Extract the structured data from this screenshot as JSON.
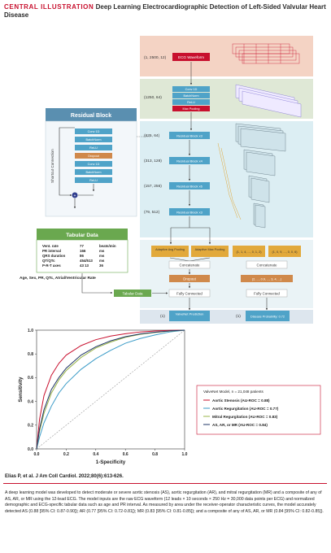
{
  "header": {
    "prefix": "CENTRAL ILLUSTRATION",
    "title": "Deep Learning Electrocardiographic Detection of Left-Sided Valvular Heart Disease"
  },
  "network": {
    "input_dim": "(1, 2500, 12)",
    "input_label": "ECG Waveform",
    "conv_block": {
      "dim": "(1250, 64)",
      "layers": [
        "Conv 1D",
        "BatchNorm",
        "ReLU",
        "Max Pooling"
      ]
    },
    "res_blocks": [
      {
        "dim": "(625, 64)",
        "label": "Residual Block x3"
      },
      {
        "dim": "(313, 128)",
        "label": "Residual Block x4"
      },
      {
        "dim": "(157, 256)",
        "label": "Residual Block x6"
      },
      {
        "dim": "(79, 512)",
        "label": "Residual Block x3"
      }
    ],
    "pooling": [
      "Adaptive Avg Pooling",
      "Adaptive Max Pooling"
    ],
    "concatenate": "Concatenate",
    "dropout": "Dropout",
    "tabular_label": "Tabular Data",
    "fully_connected": "Fully Connected",
    "output_dim": "(1)",
    "output_label": "ValveNet Prediction",
    "side": {
      "pool_left": "(1, 1, 4, ..., 0, 1, 2)",
      "pool_right": "(1, 0, 9, ..., 0, 0, 6)",
      "concatenate": "Concatenate",
      "dropout_values": "(2, ..., 0.9, ..., 3, 4, ...)",
      "fully_connected": "Fully Connected",
      "output_dim": "(1)",
      "output_label": "Disease Probability: 0.72"
    }
  },
  "residual_block": {
    "title": "Residual Block",
    "shortcut": "Shortcut Connection",
    "layers": [
      "Conv 1D",
      "BatchNorm",
      "ReLU",
      "Dropout",
      "Conv 1D",
      "BatchNorm",
      "ReLU"
    ]
  },
  "tabular": {
    "title": "Tabular Data",
    "rows": [
      {
        "name": "Vent. rate",
        "value": "77",
        "unit": "beats/min"
      },
      {
        "name": "PR interval",
        "value": "166",
        "unit": "ms"
      },
      {
        "name": "QRS duration",
        "value": "86",
        "unit": "ms"
      },
      {
        "name": "QT/QTc",
        "value": "454/513",
        "unit": "ms"
      },
      {
        "name": "P-R-T axes",
        "value": "43 13",
        "unit": "36"
      }
    ],
    "note": "Age, Sex, PR, QTc, Atrial/Ventricular Rate"
  },
  "colors": {
    "red": "#c8102e",
    "blue_layer": "#4fa3c8",
    "orange_layer": "#d0894b",
    "tabular_green": "#6aa84f",
    "input_panel": "#f4d3c4",
    "conv_panel": "#dfe8d6",
    "res_panel": "#dceef3"
  },
  "chart_data": {
    "type": "line",
    "title": "",
    "xlabel": "1-Specificity",
    "ylabel": "Sensitivity",
    "xlim": [
      0,
      1
    ],
    "ylim": [
      0,
      1
    ],
    "xticks": [
      "0.0",
      "0.2",
      "0.4",
      "0.6",
      "0.8",
      "1.0"
    ],
    "yticks": [
      "0.0",
      "0.2",
      "0.4",
      "0.6",
      "0.8",
      "1.0"
    ],
    "grid": false,
    "legend_position": "bottom-right",
    "legend_title": "ValveNet Model, n = 21,048 patients",
    "series": [
      {
        "name": "Aortic Stenosis (AU-ROC = 0.88)",
        "color": "#c8102e",
        "x": [
          0,
          0.02,
          0.05,
          0.1,
          0.15,
          0.2,
          0.3,
          0.4,
          0.5,
          0.6,
          0.7,
          0.8,
          0.9,
          1.0
        ],
        "y": [
          0,
          0.25,
          0.45,
          0.62,
          0.72,
          0.79,
          0.87,
          0.92,
          0.95,
          0.97,
          0.985,
          0.993,
          0.998,
          1.0
        ]
      },
      {
        "name": "Aortic Regurgitation (AU-ROC = 0.77)",
        "color": "#3a9bc7",
        "x": [
          0,
          0.02,
          0.05,
          0.1,
          0.15,
          0.2,
          0.3,
          0.4,
          0.5,
          0.6,
          0.7,
          0.8,
          0.9,
          1.0
        ],
        "y": [
          0,
          0.1,
          0.22,
          0.36,
          0.47,
          0.55,
          0.67,
          0.76,
          0.83,
          0.89,
          0.93,
          0.96,
          0.985,
          1.0
        ]
      },
      {
        "name": "Mitral Regurgitation (AU-ROC = 0.83)",
        "color": "#9ab44a",
        "x": [
          0,
          0.02,
          0.05,
          0.1,
          0.15,
          0.2,
          0.3,
          0.4,
          0.5,
          0.6,
          0.7,
          0.8,
          0.9,
          1.0
        ],
        "y": [
          0,
          0.15,
          0.3,
          0.47,
          0.58,
          0.66,
          0.77,
          0.85,
          0.9,
          0.94,
          0.965,
          0.98,
          0.992,
          1.0
        ]
      },
      {
        "name": "AS, AR, or MR (AU-ROC = 0.84)",
        "color": "#1f3566",
        "x": [
          0,
          0.02,
          0.05,
          0.1,
          0.15,
          0.2,
          0.3,
          0.4,
          0.5,
          0.6,
          0.7,
          0.8,
          0.9,
          1.0
        ],
        "y": [
          0,
          0.17,
          0.33,
          0.5,
          0.6,
          0.68,
          0.79,
          0.86,
          0.91,
          0.945,
          0.968,
          0.983,
          0.994,
          1.0
        ]
      }
    ]
  },
  "citation": "Elias P, et al. J Am Coll Cardiol. 2022;80(6):613-626.",
  "caption": "A deep learning model was developed to detect moderate or severe aortic stenosis (AS), aortic regurgitation (AR), and mitral regurgitation (MR) and a composite of any of AS, AR, or MR using the 12-lead ECG. The model inputs are the raw ECG waveform (12 leads × 10 seconds × 250 Hz = 30,000 data points per ECG) and normalized demographic and ECG-specific tabular data such as age and PR interval. As measured by area under the receiver-operator characteristic curves, the model accurately detected AS (0.88 [95% CI: 0.87-0.90]); AR (0.77 [95% CI: 0.72-0.81]); MR (0.83 [95% CI: 0.81-0.85]); and a composite of any of AS, AR, or MR (0.84 [95% CI: 0.82-0.85])."
}
